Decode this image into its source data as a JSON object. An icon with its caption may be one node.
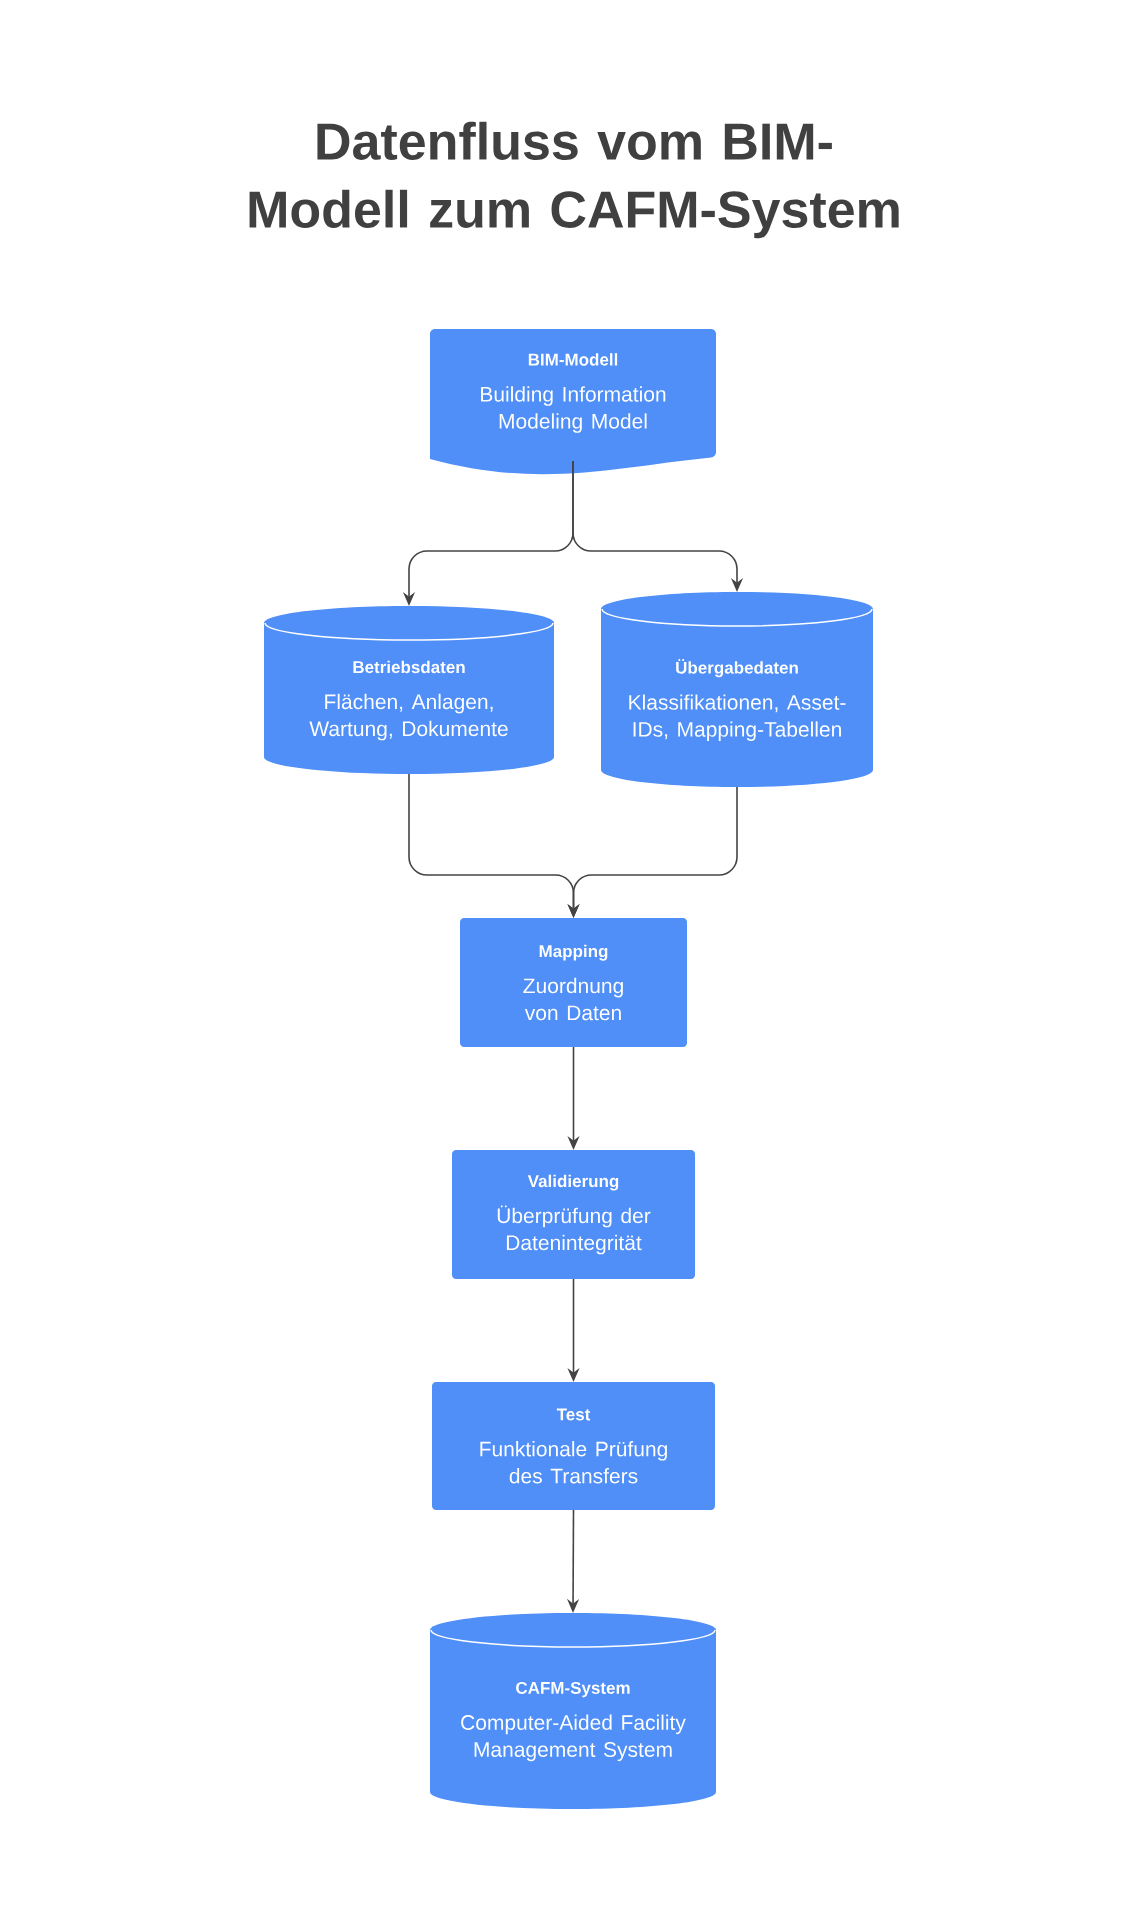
{
  "diagram": {
    "title": "Datenfluss vom BIM-Modell zum CAFM-System",
    "nodes": [
      {
        "text": [
          "BIM-Modell",
          "Building Information Modeling Model"
        ]
      },
      {
        "text": [
          "Betriebsdaten",
          "Flächen, Anlagen, Wartung, Dokumente"
        ]
      },
      {
        "text": [
          "Übergabedaten",
          "Klassifikationen, Asset-IDs, Mapping-Tabellen"
        ]
      },
      {
        "text": [
          "Mapping",
          "Zuordnung von Daten"
        ]
      },
      {
        "text": [
          "Validierung",
          "Überprüfung der Datenintegrität"
        ]
      },
      {
        "text": [
          "Test",
          "Funktionale Prüfung des Transfers"
        ]
      },
      {
        "text": [
          "CAFM-System",
          "Computer-Aided Facility Management System"
        ]
      }
    ],
    "edges": [
      {
        "from": 0,
        "to": 1,
        "arrow": "to"
      },
      {
        "from": 0,
        "to": 2,
        "arrow": "to"
      },
      {
        "from": 1,
        "to": 3,
        "arrow": "to"
      },
      {
        "from": 2,
        "to": 3,
        "arrow": "to"
      },
      {
        "from": 3,
        "to": 4,
        "arrow": "to"
      },
      {
        "from": 4,
        "to": 5,
        "arrow": "to"
      },
      {
        "from": 5,
        "to": 6,
        "arrow": "to"
      }
    ]
  }
}
